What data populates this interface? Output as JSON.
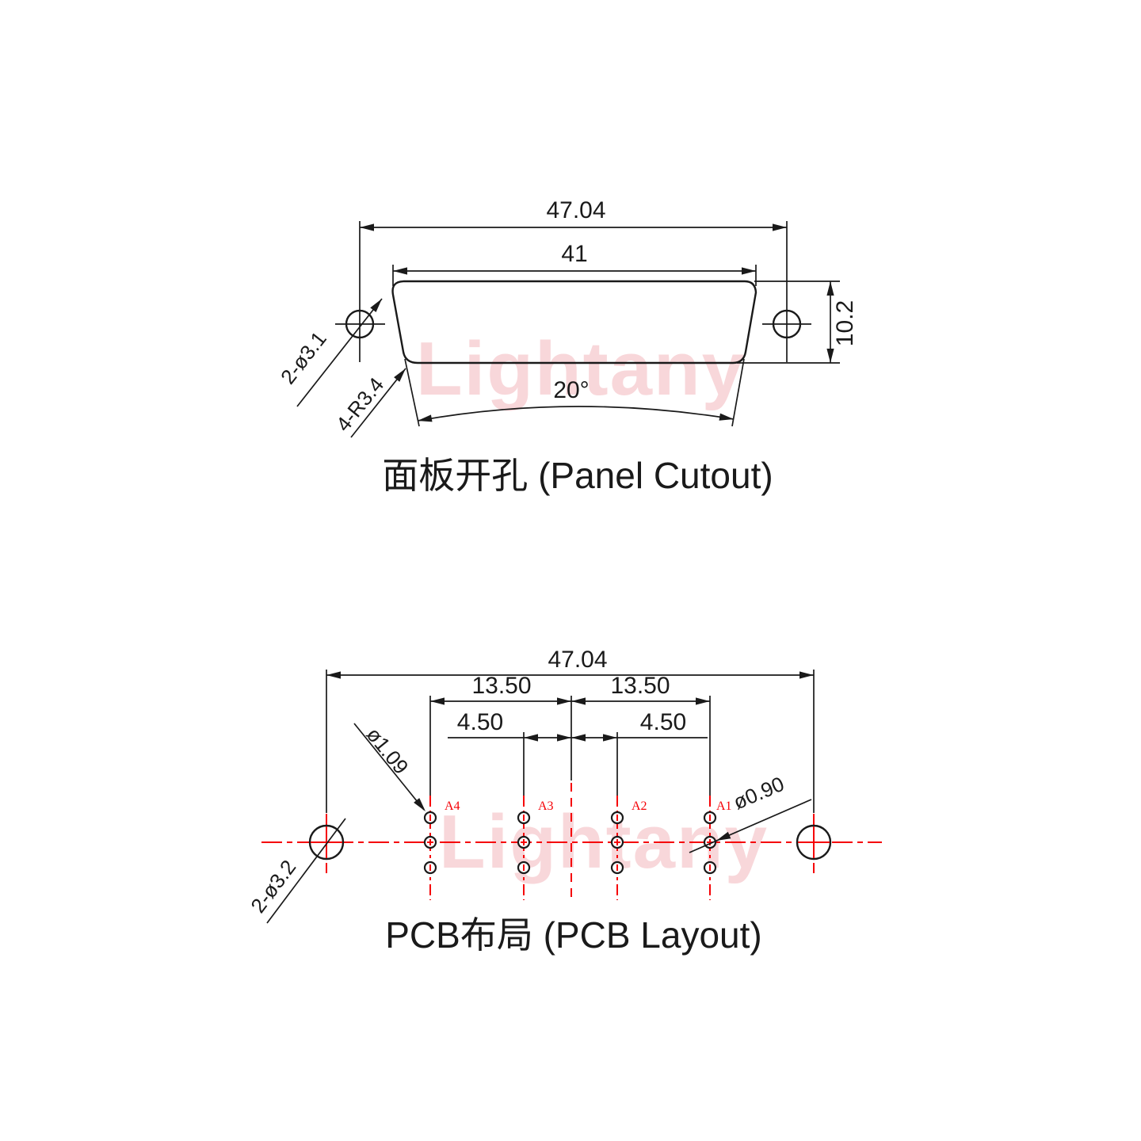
{
  "watermark": {
    "text": "Lightany",
    "color": "#f8d7da"
  },
  "colors": {
    "line": "#1a1a1a",
    "accent_red": "#f50006"
  },
  "panel_cutout": {
    "title": "面板开孔 (Panel Cutout)",
    "dim_overall_width": "47.04",
    "dim_cutout_width": "41",
    "dim_cutout_height": "10.2",
    "dim_taper_angle": "20°",
    "label_mount_holes": "2-ø3.1",
    "label_corner_radius": "4-R3.4"
  },
  "pcb_layout": {
    "title": "PCB布局 (PCB Layout)",
    "dim_overall_width": "47.04",
    "dim_pitch_left": "13.50",
    "dim_pitch_right": "13.50",
    "dim_inner_left": "4.50",
    "dim_inner_right": "4.50",
    "label_pin_dia_large": "ø1.09",
    "label_pin_dia_small": "ø0.90",
    "label_mount_holes": "2-ø3.2",
    "pin_labels": [
      "A4",
      "A3",
      "A2",
      "A1"
    ]
  }
}
